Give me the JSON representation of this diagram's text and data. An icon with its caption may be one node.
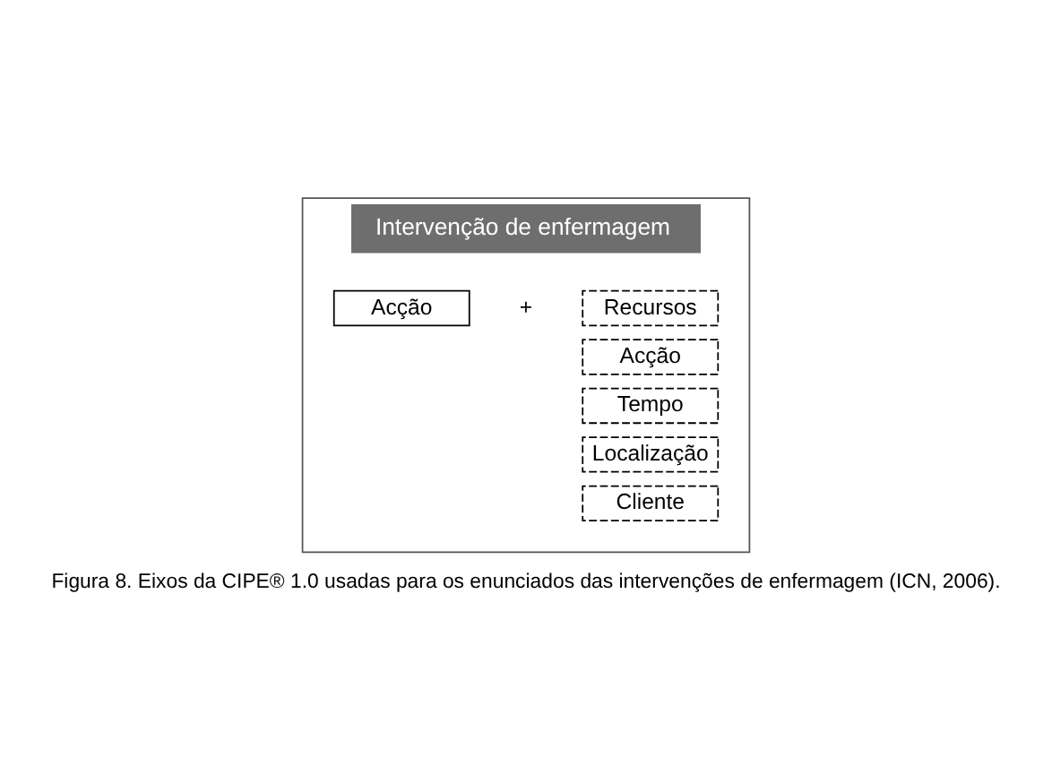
{
  "diagram": {
    "caption": "Figura 8. Eixos da CIPE® 1.0 usadas para os enunciados das intervenções de enfermagem (ICN, 2006).",
    "nodes": [
      {
        "text": [
          "Intervenção de enfermagem"
        ]
      },
      {
        "text": [
          "Acção"
        ],
        "in": 0
      },
      {
        "text": [
          "Recursos"
        ],
        "in": 0
      },
      {
        "text": [
          "Acção"
        ],
        "in": 0
      },
      {
        "text": [
          "Tempo"
        ],
        "in": 0
      },
      {
        "text": [
          "Localização"
        ],
        "in": 0
      },
      {
        "text": [
          "Cliente"
        ],
        "in": 0
      }
    ],
    "edges": [],
    "labels": [
      "+"
    ]
  }
}
